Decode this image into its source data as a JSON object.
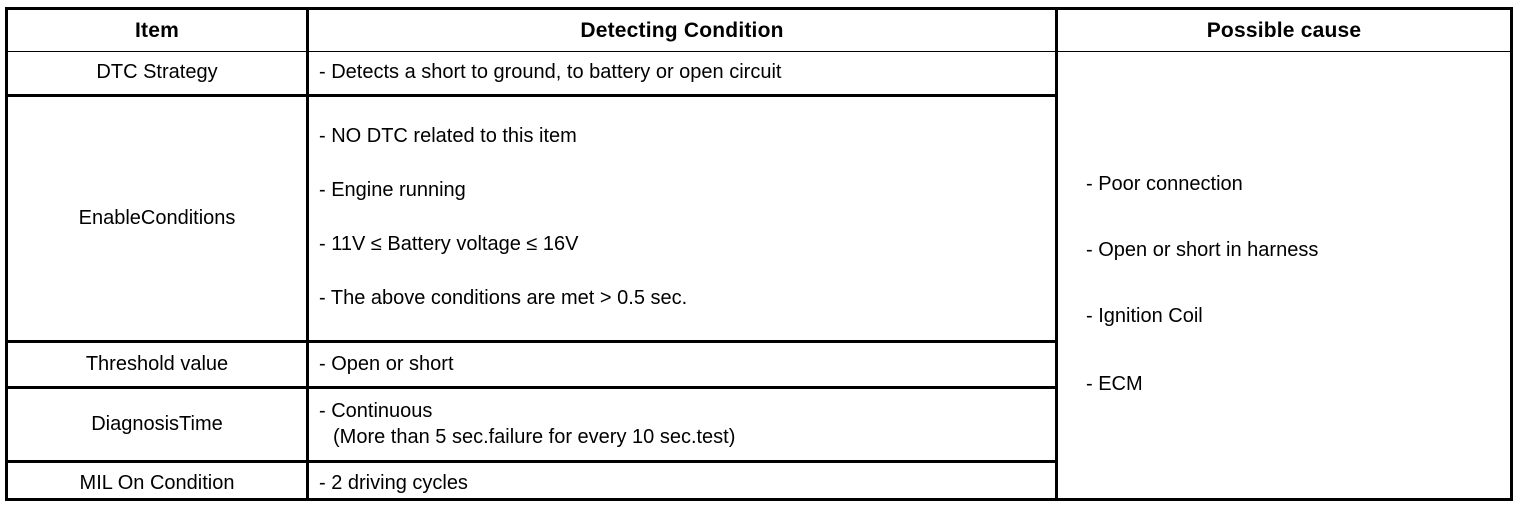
{
  "table": {
    "headers": {
      "item": "Item",
      "detecting_condition": "Detecting Condition",
      "possible_cause": "Possible cause"
    },
    "rows": [
      {
        "item": "DTC Strategy",
        "conditions": [
          "-  Detects a short to ground, to battery or open circuit"
        ]
      },
      {
        "item": "EnableConditions",
        "conditions": [
          "-  NO DTC related to this item",
          "-  Engine running",
          "-  11V ≤ Battery voltage ≤ 16V",
          "-  The above conditions are met > 0.5 sec."
        ]
      },
      {
        "item": "Threshold value",
        "conditions": [
          "-  Open or short"
        ]
      },
      {
        "item": "DiagnosisTime",
        "conditions": [
          "-  Continuous",
          "(More than 5 sec.failure for every 10 sec.test)"
        ]
      },
      {
        "item": "MIL On Condition",
        "conditions": [
          "-  2 driving cycles"
        ]
      }
    ],
    "possible_causes": [
      "-  Poor connection",
      "-  Open or short in harness",
      "-  Ignition Coil",
      "-  ECM"
    ]
  },
  "colors": {
    "border": "#000000",
    "text": "#000000",
    "background": "#ffffff"
  }
}
